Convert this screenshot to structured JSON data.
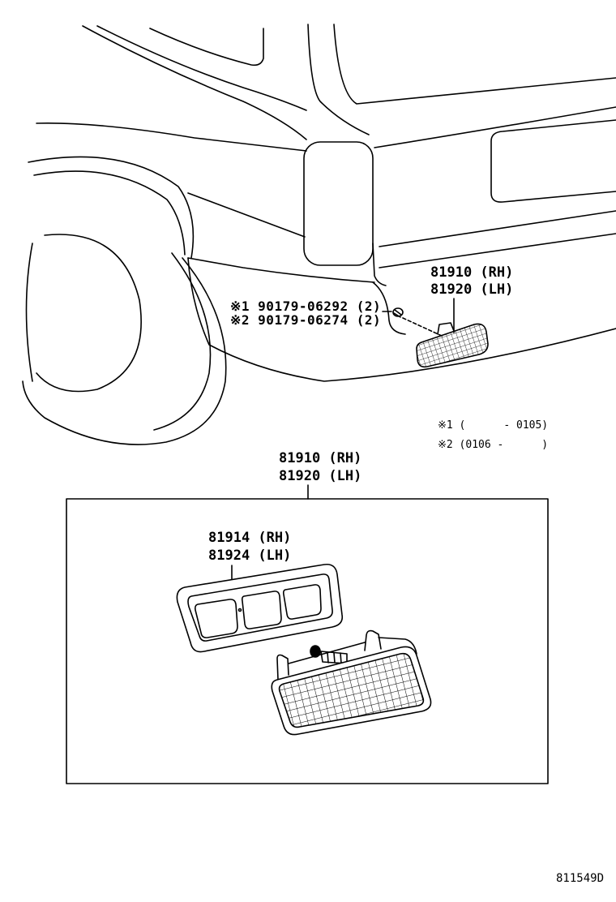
{
  "figure": {
    "callouts": {
      "marker_lamp_vehicle": {
        "rh": "81910 (RH)",
        "lh": "81920 (LH)"
      },
      "screw": {
        "note1": "※1 90179-06292 (2)",
        "note2": "※2 90179-06274 (2)"
      },
      "marker_lamp_assembly": {
        "rh": "81910 (RH)",
        "lh": "81920 (LH)"
      },
      "lamp_lens": {
        "rh": "81914 (RH)",
        "lh": "81924 (LH)"
      }
    },
    "footnotes": {
      "note1": "※1 (      - 0105)",
      "note2": "※2 (0106 -      )"
    },
    "illustration_id": "811549D"
  }
}
